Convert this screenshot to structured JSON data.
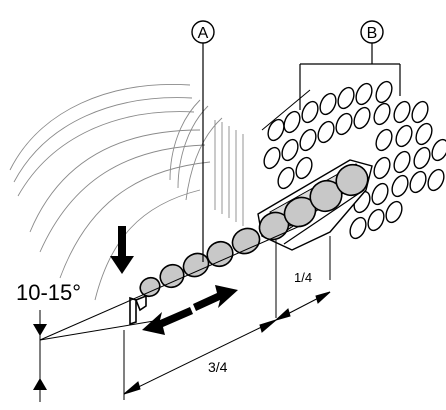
{
  "callouts": {
    "a": {
      "letter": "A"
    },
    "b": {
      "letter": "B"
    }
  },
  "annotations": {
    "angle": "10-15°",
    "short_fraction": "1/4",
    "long_fraction": "3/4"
  },
  "colors": {
    "line": "#000000",
    "thin_line": "#7a7a7a",
    "insert_fill": "#c8c8c8",
    "tube_fill": "#dcdcdc",
    "background": "#ffffff"
  },
  "icons": {
    "push_arrow": "arrow-down-icon",
    "move_arrows": "double-arrow-icon"
  }
}
